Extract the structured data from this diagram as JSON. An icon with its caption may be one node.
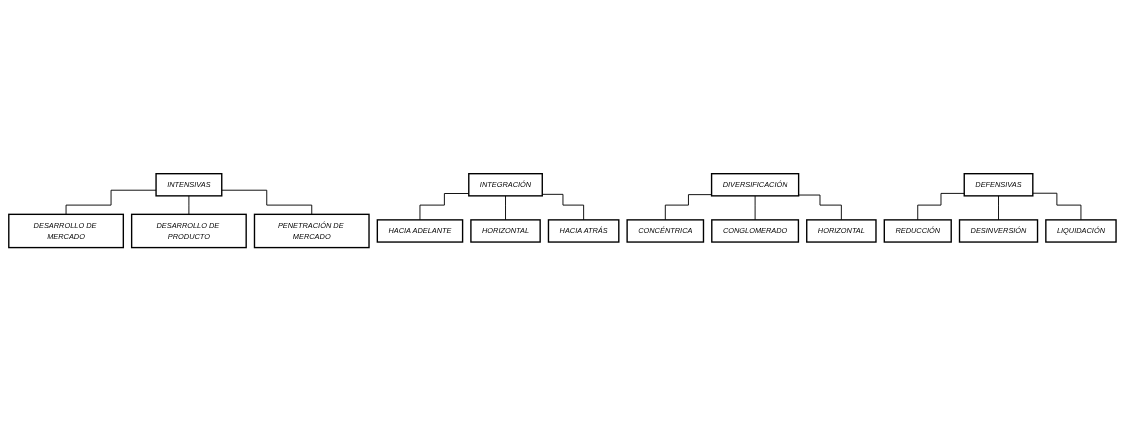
{
  "diagram": {
    "nodes": [
      {
        "text": [
          "INTENSIVAS"
        ]
      },
      {
        "text": [
          "DESARROLLO DE MERCADO"
        ]
      },
      {
        "text": [
          "DESARROLLO DE PRODUCTO"
        ]
      },
      {
        "text": [
          "PENETRACIÓN DE MERCADO"
        ]
      },
      {
        "text": [
          "INTEGRACIÓN"
        ]
      },
      {
        "text": [
          "HACIA ADELANTE"
        ]
      },
      {
        "text": [
          "HORIZONTAL"
        ]
      },
      {
        "text": [
          "HACIA ATRÁS"
        ]
      },
      {
        "text": [
          "DIVERSIFICACIÓN"
        ]
      },
      {
        "text": [
          "CONCÉNTRICA"
        ]
      },
      {
        "text": [
          "CONGLOMERADO"
        ]
      },
      {
        "text": [
          "HORIZONTAL"
        ]
      },
      {
        "text": [
          "DEFENSIVAS"
        ]
      },
      {
        "text": [
          "REDUCCIÓN"
        ]
      },
      {
        "text": [
          "DESINVERSIÓN"
        ]
      },
      {
        "text": [
          "LIQUIDACIÓN"
        ]
      }
    ],
    "edges": [
      {
        "from": 0,
        "to": 1,
        "arrow": "none"
      },
      {
        "from": 0,
        "to": 2,
        "arrow": "none"
      },
      {
        "from": 0,
        "to": 3,
        "arrow": "none"
      },
      {
        "from": 4,
        "to": 5,
        "arrow": "none"
      },
      {
        "from": 4,
        "to": 6,
        "arrow": "none"
      },
      {
        "from": 4,
        "to": 7,
        "arrow": "none"
      },
      {
        "from": 8,
        "to": 9,
        "arrow": "none"
      },
      {
        "from": 8,
        "to": 10,
        "arrow": "none"
      },
      {
        "from": 8,
        "to": 11,
        "arrow": "none"
      },
      {
        "from": 12,
        "to": 13,
        "arrow": "none"
      },
      {
        "from": 12,
        "to": 14,
        "arrow": "none"
      },
      {
        "from": 12,
        "to": 15,
        "arrow": "none"
      }
    ]
  }
}
